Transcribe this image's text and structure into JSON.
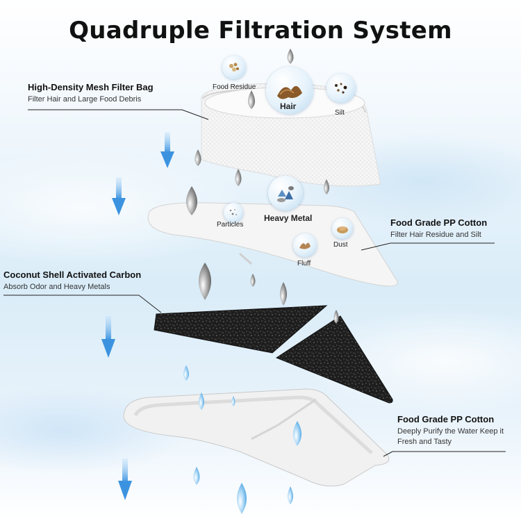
{
  "title": "Quadruple Filtration System",
  "layers": [
    {
      "title": "High-Density Mesh Filter Bag",
      "subtitle": "Filter Hair and Large Food Debris"
    },
    {
      "title": "Food Grade PP Cotton",
      "subtitle": "Filter Hair Residue and Silt"
    },
    {
      "title": "Coconut Shell Activated Carbon",
      "subtitle": "Absorb Odor and Heavy Metals"
    },
    {
      "title": "Food Grade PP Cotton",
      "subtitle": "Deeply Purify the Water Keep it Fresh and Tasty"
    }
  ],
  "impurities": {
    "food_residue": "Food Residue",
    "hair": "Hair",
    "silt": "Silt",
    "particles": "Particles",
    "heavy_metal": "Heavy Metal",
    "dust": "Dust",
    "fluff": "Fluff"
  },
  "colors": {
    "arrow": "#4a9ee6",
    "carbon": "#1c1c1c",
    "filter": "#f4f4f4",
    "drop": "#8ec4ee"
  },
  "icons": [
    "down-arrow-icon",
    "water-drop-icon",
    "food-residue-icon",
    "hair-icon",
    "silt-icon",
    "particles-icon",
    "heavy-metal-icon",
    "dust-icon",
    "fluff-icon"
  ]
}
